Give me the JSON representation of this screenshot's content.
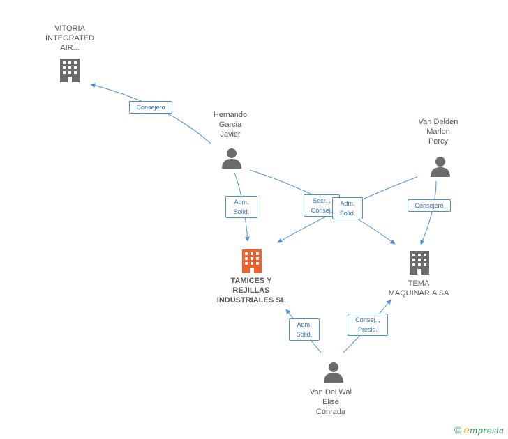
{
  "colors": {
    "edge": "#4a90d9",
    "company": "#6b6b6b",
    "company_main": "#f0622d",
    "person": "#6b6b6b",
    "label_text": "#555555"
  },
  "nodes": {
    "vitoria": {
      "label": "VITORIA\nINTEGRATED\nAIR...",
      "icon": "building-icon"
    },
    "tamices": {
      "label": "TAMICES Y\nREJILLAS\nINDUSTRIALES SL",
      "icon": "building-icon"
    },
    "tema": {
      "label": "TEMA\nMAQUINARIA SA",
      "icon": "building-icon"
    },
    "hernando": {
      "label": "Hernando\nGarcia\nJavier",
      "icon": "person-icon"
    },
    "vandelden": {
      "label": "Van Delden\nMarlon\nPercy",
      "icon": "person-icon"
    },
    "vandelwal": {
      "label": "Van Del Wal\nElise\nConrada",
      "icon": "person-icon"
    }
  },
  "edges": {
    "e1": "Consejero",
    "e2": "Adm.\nSolid.",
    "e3": "Secr. ,\nConsej.",
    "e4": "Adm.\nSolid.",
    "e5": "Consejero",
    "e6": "Adm.\nSolid.",
    "e7": "Consej. ,\nPresid."
  },
  "watermark": {
    "copyright": "©",
    "brand_first": "e",
    "brand_rest": "mpresia"
  }
}
